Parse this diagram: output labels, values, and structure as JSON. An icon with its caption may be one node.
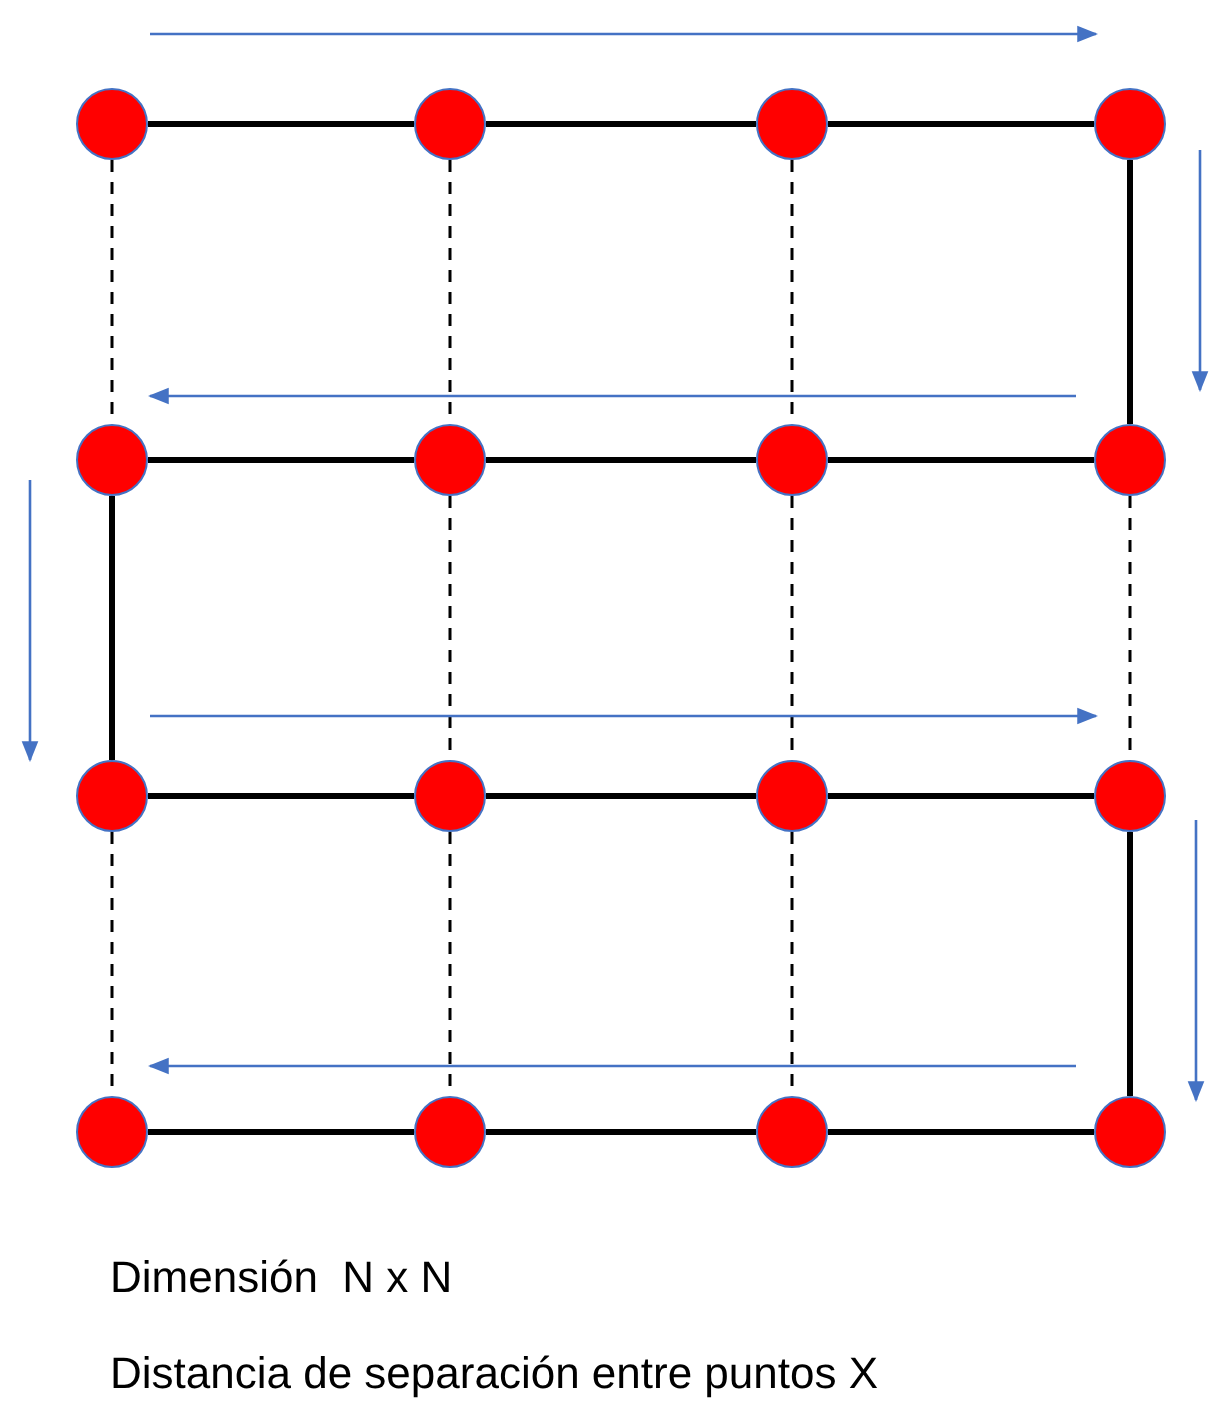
{
  "diagram": {
    "nodes": [
      {
        "text": [],
        "shape": "circle"
      },
      {
        "text": [],
        "shape": "circle"
      },
      {
        "text": [],
        "shape": "circle"
      },
      {
        "text": [],
        "shape": "circle"
      },
      {
        "text": [],
        "shape": "circle"
      },
      {
        "text": [],
        "shape": "circle"
      },
      {
        "text": [],
        "shape": "circle"
      },
      {
        "text": [],
        "shape": "circle"
      },
      {
        "text": [],
        "shape": "circle"
      },
      {
        "text": [],
        "shape": "circle"
      },
      {
        "text": [],
        "shape": "circle"
      },
      {
        "text": [],
        "shape": "circle"
      },
      {
        "text": [],
        "shape": "circle"
      },
      {
        "text": [],
        "shape": "circle"
      },
      {
        "text": [],
        "shape": "circle"
      },
      {
        "text": [],
        "shape": "circle"
      }
    ],
    "edges": [
      {
        "from": 0,
        "to": 1,
        "arrow": "none"
      },
      {
        "from": 1,
        "to": 2,
        "arrow": "none"
      },
      {
        "from": 2,
        "to": 3,
        "arrow": "none"
      },
      {
        "from": 4,
        "to": 5,
        "arrow": "none"
      },
      {
        "from": 5,
        "to": 6,
        "arrow": "none"
      },
      {
        "from": 6,
        "to": 7,
        "arrow": "none"
      },
      {
        "from": 8,
        "to": 9,
        "arrow": "none"
      },
      {
        "from": 9,
        "to": 10,
        "arrow": "none"
      },
      {
        "from": 10,
        "to": 11,
        "arrow": "none"
      },
      {
        "from": 12,
        "to": 13,
        "arrow": "none"
      },
      {
        "from": 13,
        "to": 14,
        "arrow": "none"
      },
      {
        "from": 14,
        "to": 15,
        "arrow": "none"
      },
      {
        "from": 0,
        "to": 4,
        "arrow": "none",
        "style": "dashed"
      },
      {
        "from": 1,
        "to": 5,
        "arrow": "none",
        "style": "dashed"
      },
      {
        "from": 2,
        "to": 6,
        "arrow": "none",
        "style": "dashed"
      },
      {
        "from": 3,
        "to": 7,
        "arrow": "none"
      },
      {
        "from": 4,
        "to": 8,
        "arrow": "none"
      },
      {
        "from": 5,
        "to": 9,
        "arrow": "none",
        "style": "dashed"
      },
      {
        "from": 6,
        "to": 10,
        "arrow": "none",
        "style": "dashed"
      },
      {
        "from": 7,
        "to": 11,
        "arrow": "none",
        "style": "dashed"
      },
      {
        "from": 8,
        "to": 12,
        "arrow": "none",
        "style": "dashed"
      },
      {
        "from": 9,
        "to": 13,
        "arrow": "none",
        "style": "dashed"
      },
      {
        "from": 10,
        "to": 14,
        "arrow": "none",
        "style": "dashed"
      },
      {
        "from": 11,
        "to": 15,
        "arrow": "none"
      }
    ],
    "labels": [
      "Dimensión  N x N",
      "Distancia de separación entre puntos X"
    ]
  }
}
